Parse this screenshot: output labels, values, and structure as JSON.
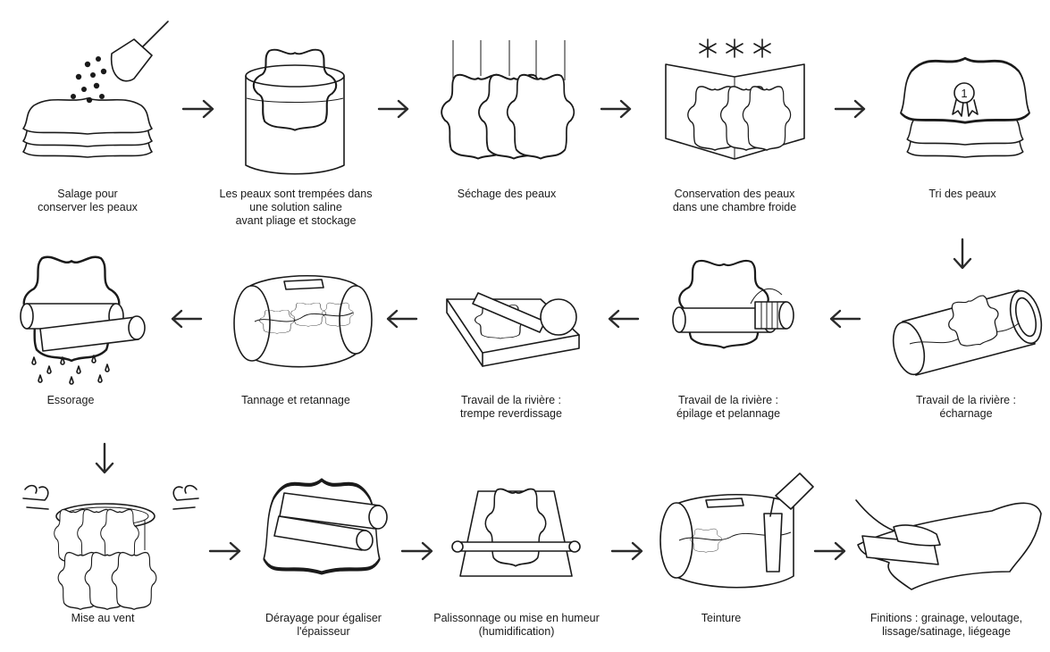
{
  "steps": [
    {
      "id": "salage",
      "lines": [
        "Salage pour",
        "conserver les peaux"
      ]
    },
    {
      "id": "trempage",
      "lines": [
        "Les peaux sont trempées dans",
        "une solution saline",
        "avant pliage et stockage"
      ]
    },
    {
      "id": "sechage",
      "lines": [
        "Séchage des peaux"
      ]
    },
    {
      "id": "conservation",
      "lines": [
        "Conservation des peaux",
        "dans une chambre froide"
      ]
    },
    {
      "id": "tri",
      "lines": [
        "Tri  des peaux"
      ]
    },
    {
      "id": "echarnage",
      "lines": [
        "Travail de la rivière :",
        "écharnage"
      ]
    },
    {
      "id": "epilage",
      "lines": [
        "Travail de la rivière :",
        "épilage et pelannage"
      ]
    },
    {
      "id": "trempe",
      "lines": [
        "Travail de la rivière :",
        "trempe reverdissage"
      ]
    },
    {
      "id": "tannage",
      "lines": [
        "Tannage et retannage"
      ]
    },
    {
      "id": "essorage",
      "lines": [
        "Essorage"
      ]
    },
    {
      "id": "mise-au-vent",
      "lines": [
        "Mise au vent"
      ]
    },
    {
      "id": "derayage",
      "lines": [
        "Dérayage pour égaliser",
        "l'épaisseur"
      ]
    },
    {
      "id": "palissonnage",
      "lines": [
        "Palissonnage ou mise en humeur",
        "(humidification)"
      ]
    },
    {
      "id": "teinture",
      "lines": [
        "Teinture"
      ]
    },
    {
      "id": "finitions",
      "lines": [
        "Finitions : grainage, veloutage,",
        "lissage/satinage, liégeage"
      ]
    }
  ],
  "badge_number": "1"
}
